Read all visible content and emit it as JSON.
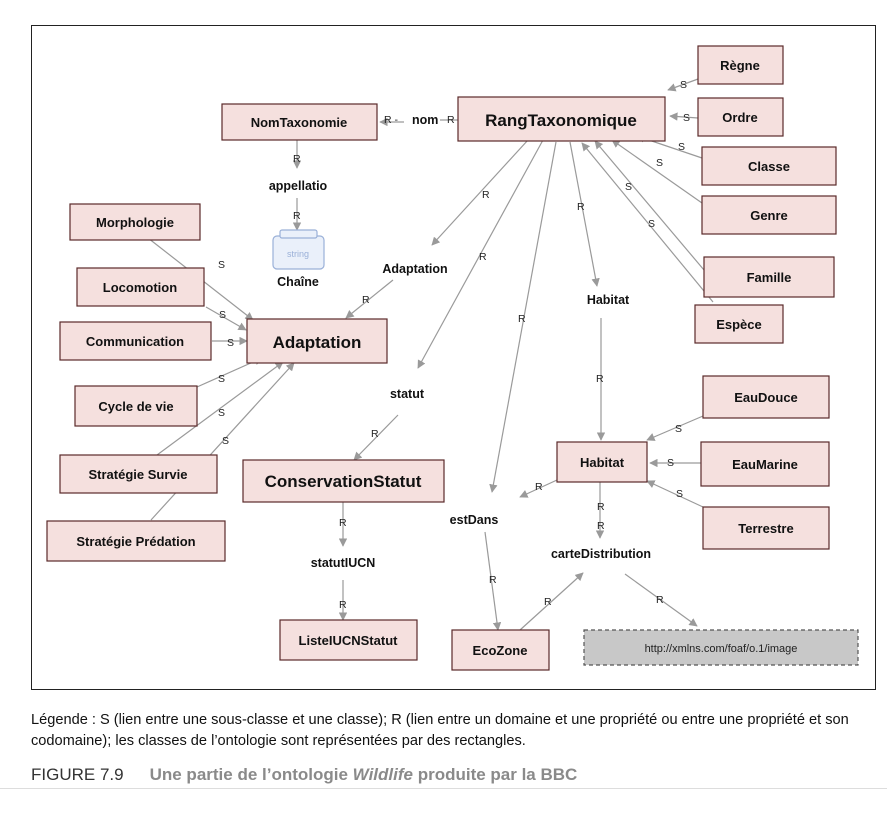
{
  "nodes": {
    "regne": "Règne",
    "ordre": "Ordre",
    "classe": "Classe",
    "genre": "Genre",
    "famille": "Famille",
    "espece": "Espèce",
    "rang": "RangTaxonomique",
    "nomtax": "NomTaxonomie",
    "morphologie": "Morphologie",
    "locomotion": "Locomotion",
    "communication": "Communication",
    "cycle": "Cycle de vie",
    "survie": "Stratégie Survie",
    "predation": "Stratégie Prédation",
    "adaptation": "Adaptation",
    "conservation": "ConservationStatut",
    "listeiucn": "ListeIUCNStatut",
    "eaudouce": "EauDouce",
    "eaumarine": "EauMarine",
    "terrestre": "Terrestre",
    "habitat": "Habitat",
    "ecozone": "EcoZone",
    "url": "http://xmlns.com/foaf/o.1/image",
    "string_icon_label": "string"
  },
  "properties": {
    "nom": "nom",
    "appellatio": "appellatio",
    "chaine": "Chaîne",
    "adaptation": "Adaptation",
    "habitat": "Habitat",
    "statut": "statut",
    "statutiucn": "statutIUCN",
    "estdans": "estDans",
    "carte": "carteDistribution"
  },
  "markers": {
    "s": "S",
    "r": "R",
    "r_dash": "R -"
  },
  "legend": "Légende : S (lien entre une sous-classe et une classe); R (lien entre un domaine et une propriété ou entre une propriété et son codomaine); les classes de l’ontologie sont représentées par des rectangles.",
  "caption": {
    "number": "FIGURE 7.9",
    "title_prefix": "Une partie de l’ontologie ",
    "title_italic": "Wildlife",
    "title_suffix": " produite par la BBC"
  }
}
